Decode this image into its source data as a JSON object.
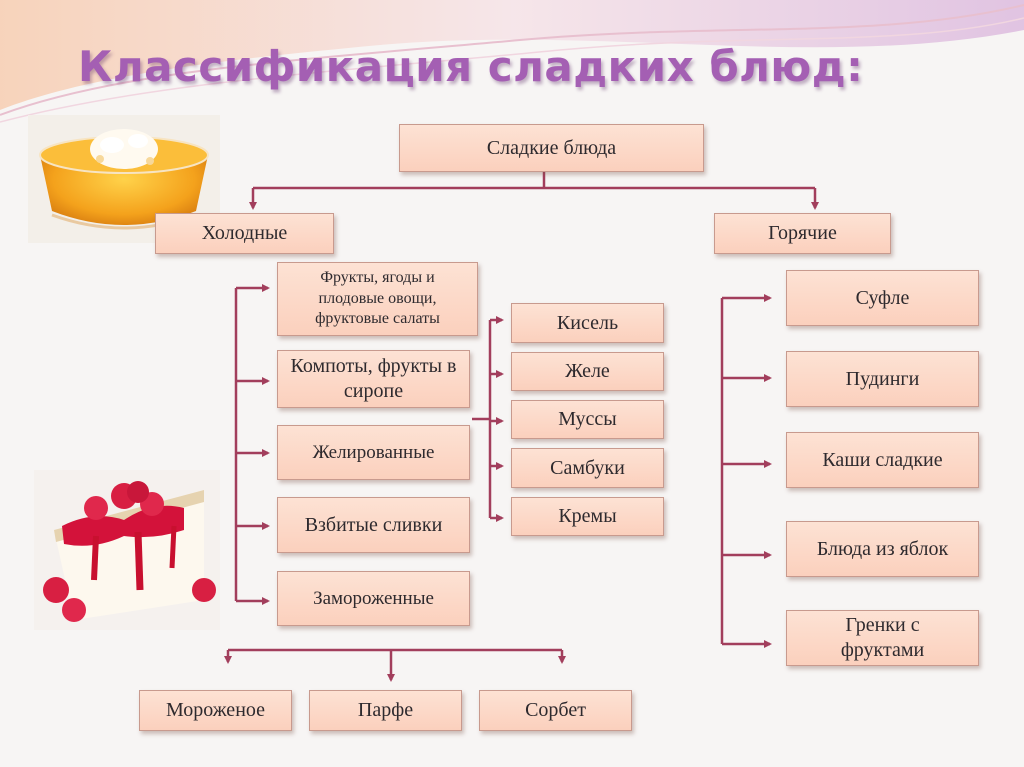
{
  "title": "Классификация сладких блюд:",
  "colors": {
    "title": "#a45fb3",
    "connector": "#a23e5c",
    "box_fill": "#fbd8c8"
  },
  "diagram": {
    "root": "Сладкие блюда",
    "cold": {
      "label": "Холодные",
      "groups": [
        "Фрукты, ягоды и плодовые овощи, фруктовые салаты",
        "Компоты, фрукты в сиропе",
        "Желированные",
        "Взбитые сливки",
        "Замороженные"
      ],
      "jellied": [
        "Кисель",
        "Желе",
        "Муссы",
        "Самбуки",
        "Кремы"
      ],
      "frozen": [
        "Мороженое",
        "Парфе",
        "Сорбет"
      ]
    },
    "hot": {
      "label": "Горячие",
      "items": [
        "Суфле",
        "Пудинги",
        "Каши сладкие",
        "Блюда из яблок",
        "Гренки с фруктами"
      ]
    }
  },
  "images": [
    "jelly-dessert-photo",
    "cheesecake-raspberry-photo"
  ]
}
